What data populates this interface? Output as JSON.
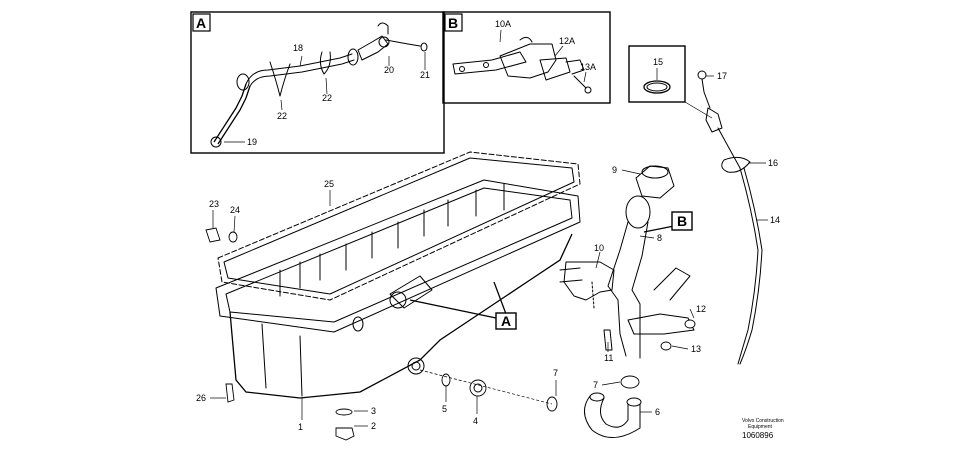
{
  "detail_boxes": {
    "a": {
      "label": "A"
    },
    "b": {
      "label": "B"
    }
  },
  "callout_tags": {
    "a": "A",
    "b": "B"
  },
  "part_labels": {
    "p1": "1",
    "p2": "2",
    "p3": "3",
    "p4": "4",
    "p5": "5",
    "p6": "6",
    "p7a": "7",
    "p7b": "7",
    "p8": "8",
    "p9": "9",
    "p10": "10",
    "p11": "11",
    "p12": "12",
    "p13": "13",
    "p14": "14",
    "p15": "15",
    "p16": "16",
    "p17": "17",
    "p18": "18",
    "p19": "19",
    "p20": "20",
    "p21": "21",
    "p22a": "22",
    "p22b": "22",
    "p23": "23",
    "p24": "24",
    "p25": "25",
    "p26": "26",
    "p10A": "10A",
    "p12A": "12A",
    "p13A": "13A"
  },
  "credit": {
    "line1": "Volvo Construction",
    "line2": "Equipment",
    "doc_number": "1060896"
  }
}
